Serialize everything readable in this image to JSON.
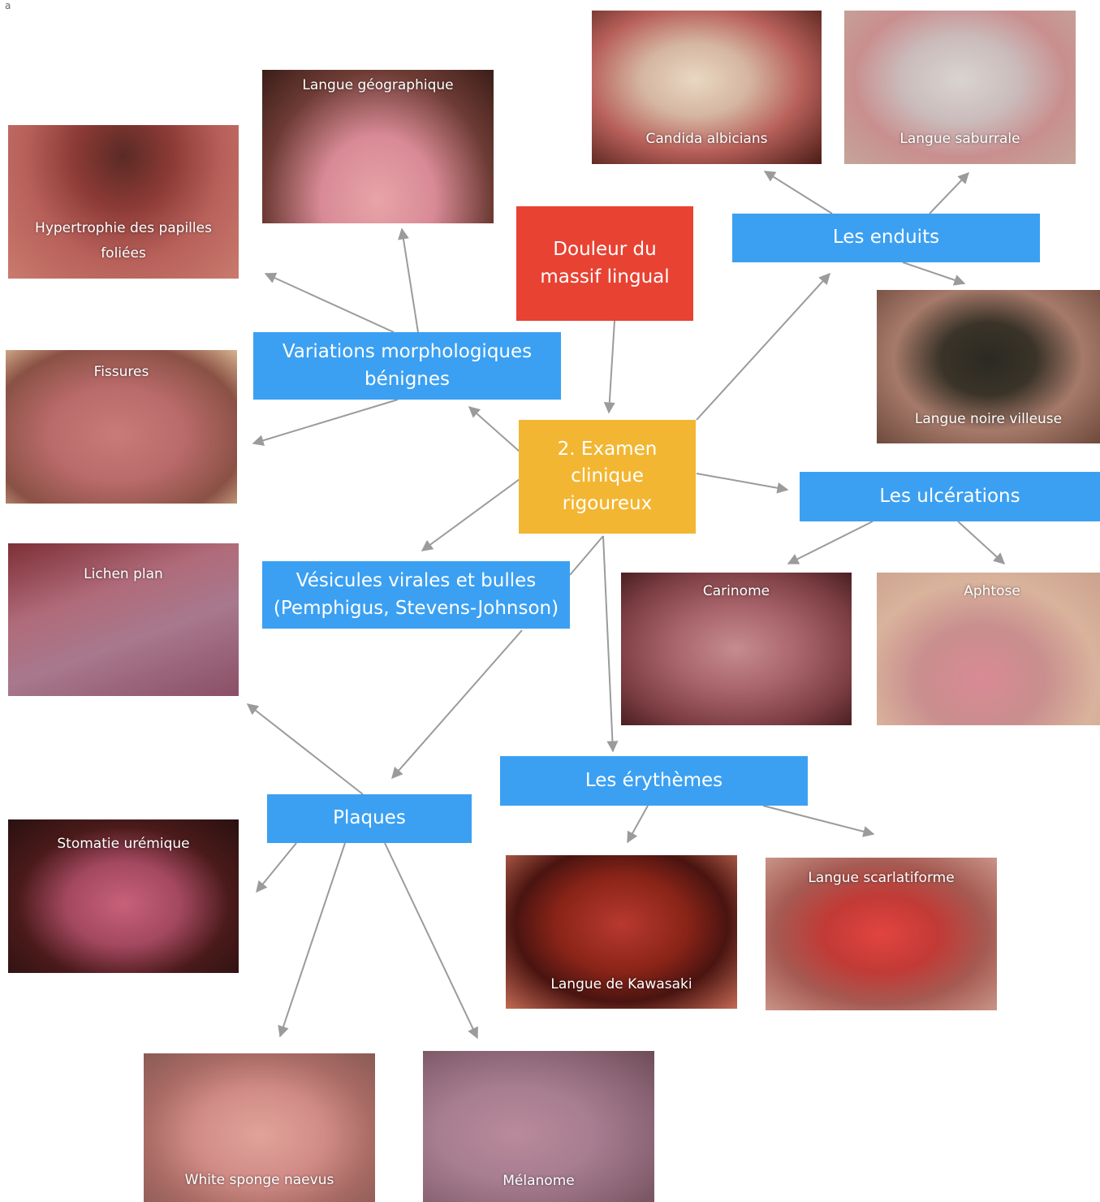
{
  "header": {
    "corner_text": "a"
  },
  "nodes": {
    "pain": "Douleur du massif lingual",
    "center": "2. Examen clinique rigoureux",
    "variations": "Variations morphologiques bénignes",
    "enduits": "Les enduits",
    "ulcerations": "Les ulcérations",
    "vesicules": "Vésicules virales et bulles (Pemphigus, Stevens-Johnson)",
    "erythemes": "Les érythèmes",
    "plaques": "Plaques"
  },
  "photos": {
    "hypertrophie": "Hypertrophie des papilles foliées",
    "geographique": "Langue géographique",
    "fissures": "Fissures",
    "lichen": "Lichen plan",
    "uremique": "Stomatie urémique",
    "sponge": "White sponge naevus",
    "melanome": "Mélanome",
    "kawasaki": "Langue de Kawasaki",
    "scarlatiforme": "Langue scarlatiforme",
    "carinome": "Carinome",
    "aphtose": "Aphtose",
    "noire": "Langue noire villeuse",
    "candida": "Candida albicians",
    "saburrale": "Langue saburrale"
  },
  "colors": {
    "topic": "#3ba0f2",
    "center": "#f2b632",
    "pain": "#e84232",
    "arrow": "#9b9b9b"
  }
}
